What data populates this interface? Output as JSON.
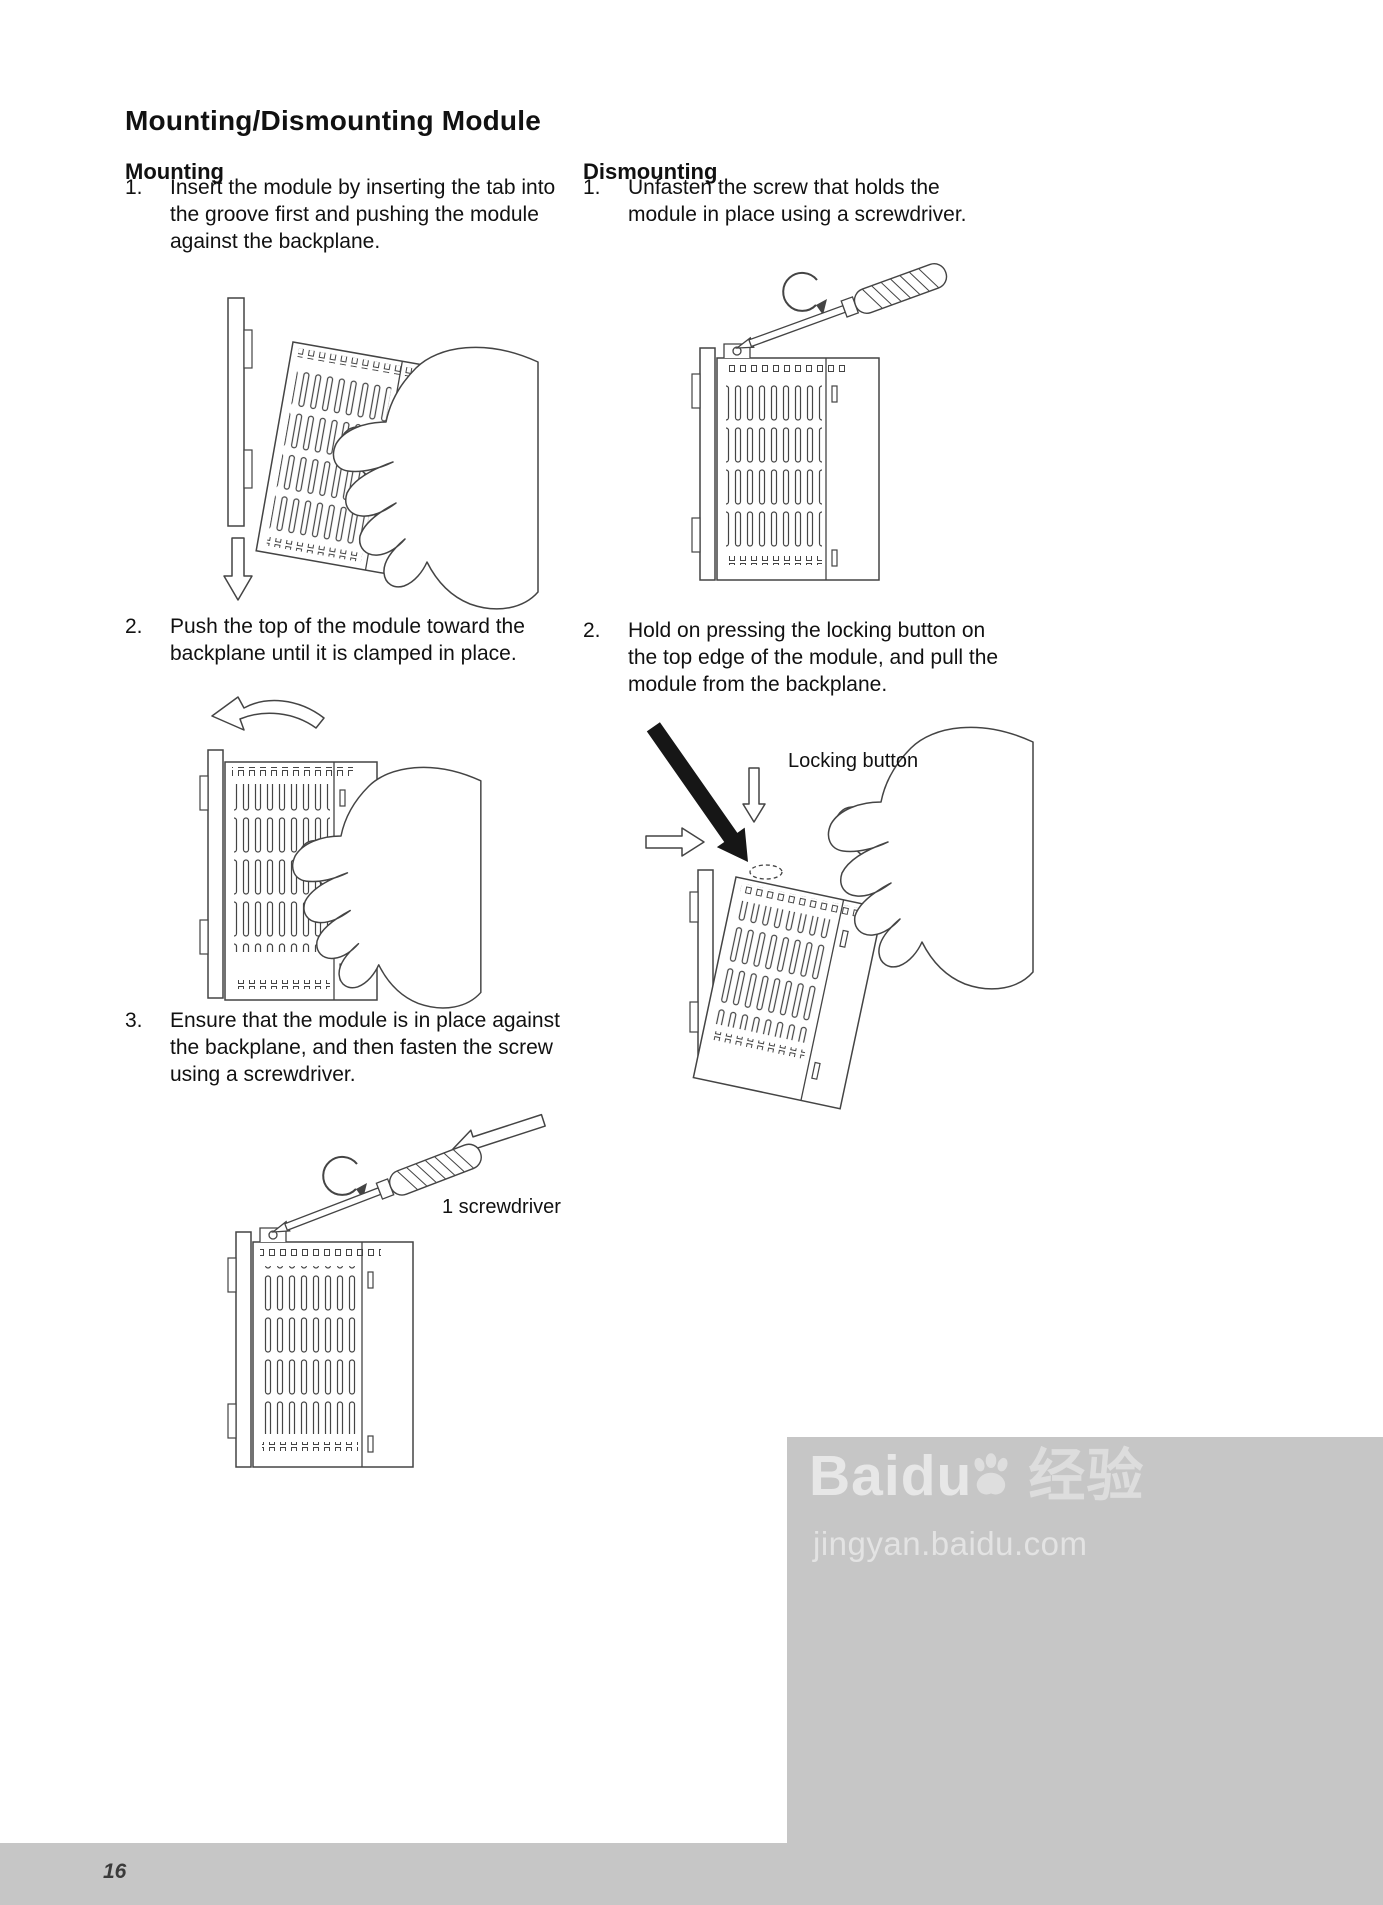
{
  "page": {
    "title": "Mounting/Dismounting Module",
    "number": "16"
  },
  "mounting": {
    "heading": "Mounting",
    "steps": [
      {
        "num": "1.",
        "text": "Insert the module by inserting the tab into the groove first and pushing the module against the backplane."
      },
      {
        "num": "2.",
        "text": "Push the top of the module toward the backplane until it is clamped in place."
      },
      {
        "num": "3.",
        "text": "Ensure that the module is in place against the backplane, and then fasten the screw using a screwdriver."
      }
    ],
    "figure_labels": {
      "screwdriver": "1 screwdriver"
    }
  },
  "dismounting": {
    "heading": "Dismounting",
    "steps": [
      {
        "num": "1.",
        "text": "Unfasten the screw that holds the module in place using a screwdriver."
      },
      {
        "num": "2.",
        "text": "Hold on pressing the locking button on the top edge of the module, and pull the module from the backplane."
      }
    ],
    "figure_labels": {
      "locking_button": "Locking button"
    }
  },
  "watermark": {
    "brand": "Baidu",
    "brand_suffix": "经验",
    "url": "jingyan.baidu.com"
  }
}
